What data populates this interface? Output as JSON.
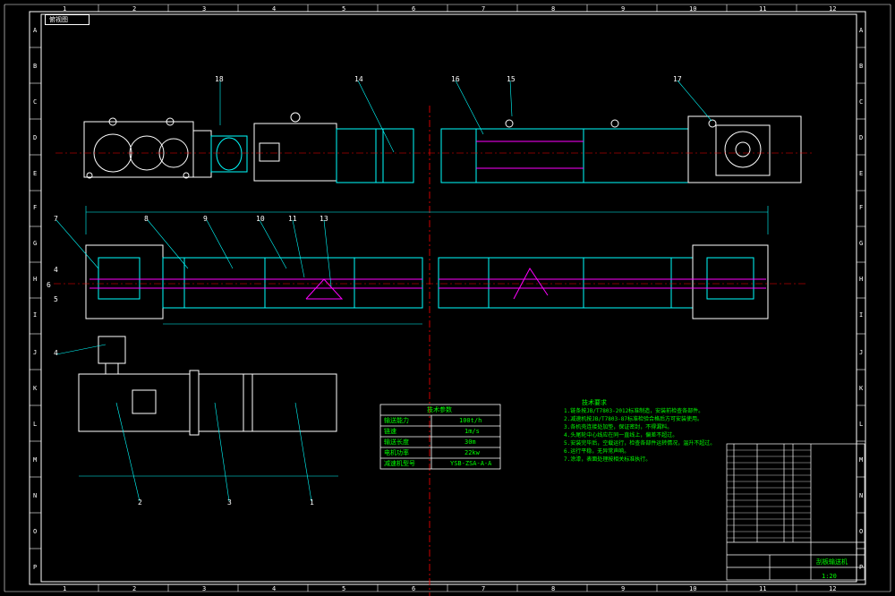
{
  "sheet": {
    "view_label": "俯视图",
    "col_numbers": [
      "1",
      "2",
      "3",
      "4",
      "5",
      "6",
      "7",
      "8",
      "9",
      "10",
      "11",
      "12"
    ],
    "row_letters": [
      "A",
      "B",
      "C",
      "D",
      "E",
      "F",
      "G",
      "H",
      "I",
      "J",
      "K",
      "L",
      "M",
      "N",
      "O",
      "P"
    ]
  },
  "callouts": {
    "top_view": [
      "18",
      "14",
      "16",
      "15",
      "17"
    ],
    "main_view": [
      "7",
      "8",
      "9",
      "10",
      "11",
      "13",
      "4",
      "6",
      "5"
    ],
    "bottom_view": [
      "2",
      "3",
      "1"
    ],
    "lower": [
      "4"
    ]
  },
  "params_table": {
    "title": "技术参数",
    "rows": [
      {
        "k": "输送能力",
        "v": "100t/h"
      },
      {
        "k": "链速",
        "v": "1m/s"
      },
      {
        "k": "输送长度",
        "v": "30m"
      },
      {
        "k": "电机功率",
        "v": "22kw"
      },
      {
        "k": "减速机型号",
        "v": "YSB-ZSA-A-A"
      }
    ]
  },
  "notes": {
    "title": "技术要求",
    "lines": [
      "1.链条按JB/T7803-2012标准制造，安装前检查各部件。",
      "2.减速机按JB/T7803-87标准检验合格后方可安装使用。",
      "3.各机壳连接处加垫，保证密封，不得漏料。",
      "4.头尾轮中心线应在同一直线上，偏差不超过。",
      "5.安装完毕后，空载运行，检查各部件运转情况，温升不超过。",
      "6.运行平稳，无异常声响。",
      "7.涂漆，表面处理按相关标准执行。"
    ]
  },
  "title_block": {
    "drawing_name": "刮板输送机",
    "scale": "1:20"
  },
  "colors": {
    "background": "#000000",
    "outline": "#ffffff",
    "geometry": "#00ffff",
    "center": "#ff0000",
    "text": "#00ff00",
    "accent": "#ff00ff",
    "highlight": "#ffff00"
  }
}
